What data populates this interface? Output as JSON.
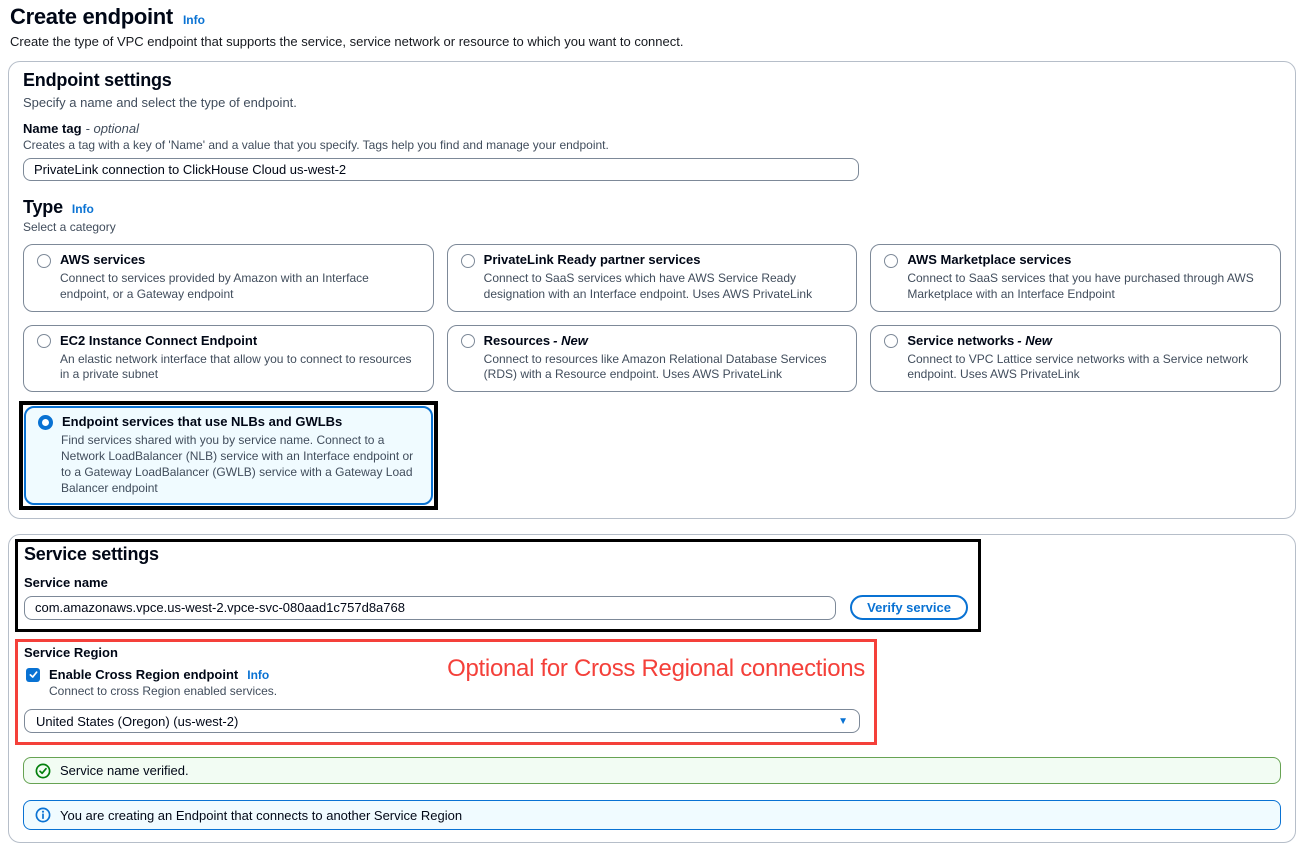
{
  "header": {
    "title": "Create endpoint",
    "info": "Info",
    "description": "Create the type of VPC endpoint that supports the service, service network or resource to which you want to connect."
  },
  "endpoint_settings": {
    "heading": "Endpoint settings",
    "subheading": "Specify a name and select the type of endpoint.",
    "name_tag": {
      "label": "Name tag",
      "optional": "- optional",
      "description": "Creates a tag with a key of 'Name' and a value that you specify. Tags help you find and manage your endpoint.",
      "value": "PrivateLink connection to ClickHouse Cloud us-west-2"
    },
    "type": {
      "heading": "Type",
      "info": "Info",
      "subheading": "Select a category",
      "options": [
        {
          "title": "AWS services",
          "description": "Connect to services provided by Amazon with an Interface endpoint, or a Gateway endpoint",
          "selected": false
        },
        {
          "title": "PrivateLink Ready partner services",
          "description": "Connect to SaaS services which have AWS Service Ready designation with an Interface endpoint. Uses AWS PrivateLink",
          "selected": false
        },
        {
          "title": "AWS Marketplace services",
          "description": "Connect to SaaS services that you have purchased through AWS Marketplace with an Interface Endpoint",
          "selected": false
        },
        {
          "title": "EC2 Instance Connect Endpoint",
          "description": "An elastic network interface that allow you to connect to resources in a private subnet",
          "selected": false
        },
        {
          "title": "Resources",
          "suffix": "- New",
          "description": "Connect to resources like Amazon Relational Database Services (RDS) with a Resource endpoint. Uses AWS PrivateLink",
          "selected": false
        },
        {
          "title": "Service networks",
          "suffix": "- New",
          "description": "Connect to VPC Lattice service networks with a Service network endpoint. Uses AWS PrivateLink",
          "selected": false
        },
        {
          "title": "Endpoint services that use NLBs and GWLBs",
          "description": "Find services shared with you by service name. Connect to a Network LoadBalancer (NLB) service with an Interface endpoint or to a Gateway LoadBalancer (GWLB) service with a Gateway Load Balancer endpoint",
          "selected": true
        }
      ]
    }
  },
  "service_settings": {
    "heading": "Service settings",
    "service_name_label": "Service name",
    "service_name_value": "com.amazonaws.vpce.us-west-2.vpce-svc-080aad1c757d8a768",
    "verify_button": "Verify service",
    "region": {
      "label": "Service Region",
      "checkbox_label": "Enable Cross Region endpoint",
      "info": "Info",
      "checkbox_description": "Connect to cross Region enabled services.",
      "annotation": "Optional for Cross Regional connections",
      "value": "United States (Oregon) (us-west-2)"
    },
    "banners": {
      "success": "Service name verified.",
      "info": "You are creating an Endpoint that connects to another Service Region"
    }
  },
  "icons": {
    "dropdown_arrow": "▼"
  },
  "colors": {
    "accent_blue": "#0972d3",
    "selected_card_bg": "#f0fbff",
    "annotation_black": "#000000",
    "annotation_red": "#f4403a",
    "success_green": "#037f0c",
    "success_border": "#67a353",
    "success_bg": "#f2fcf3",
    "info_banner_bg": "#f0fbff"
  }
}
